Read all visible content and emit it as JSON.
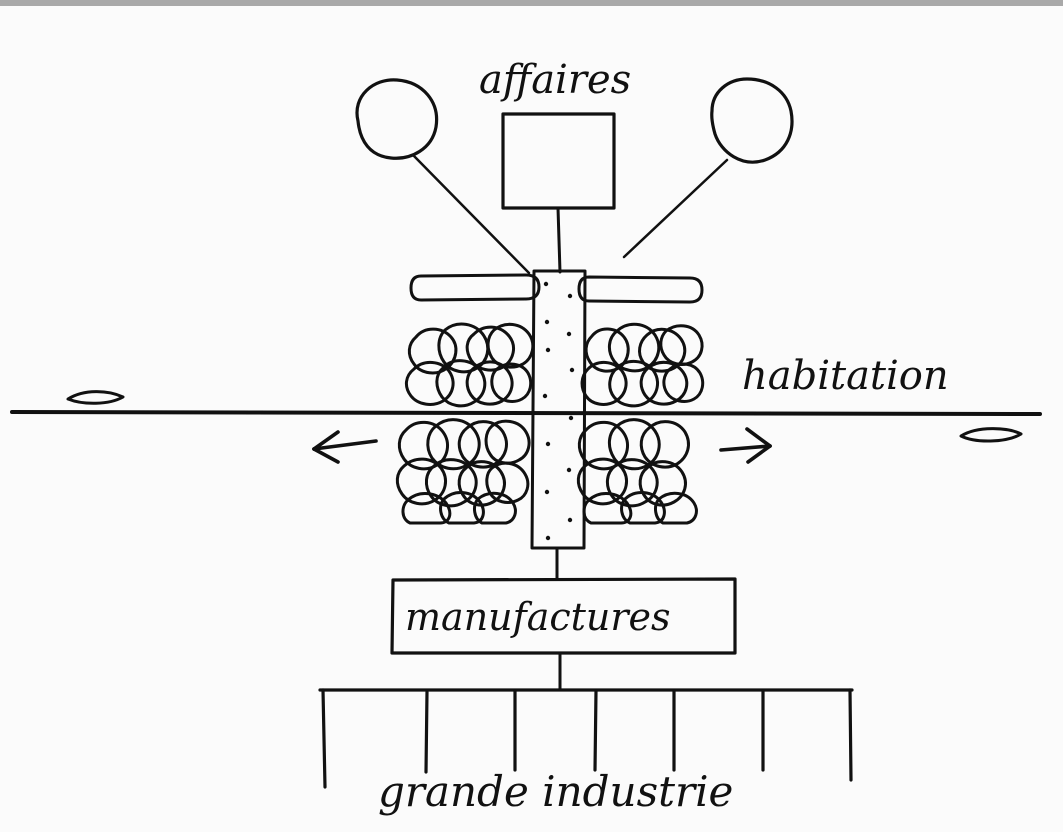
{
  "colors": {
    "ink": "#111111",
    "paper": "#fbfbfb",
    "top_strip": "#a9a9a9"
  },
  "labels": {
    "top": "affaires",
    "right": "habitation",
    "middle_box": "manufactures",
    "bottom": "grande industrie"
  },
  "icons": {
    "left_arrow": "arrow-left-icon",
    "right_arrow": "arrow-right-icon",
    "left_balloon": "balloon-left-icon",
    "right_balloon": "balloon-right-icon"
  }
}
